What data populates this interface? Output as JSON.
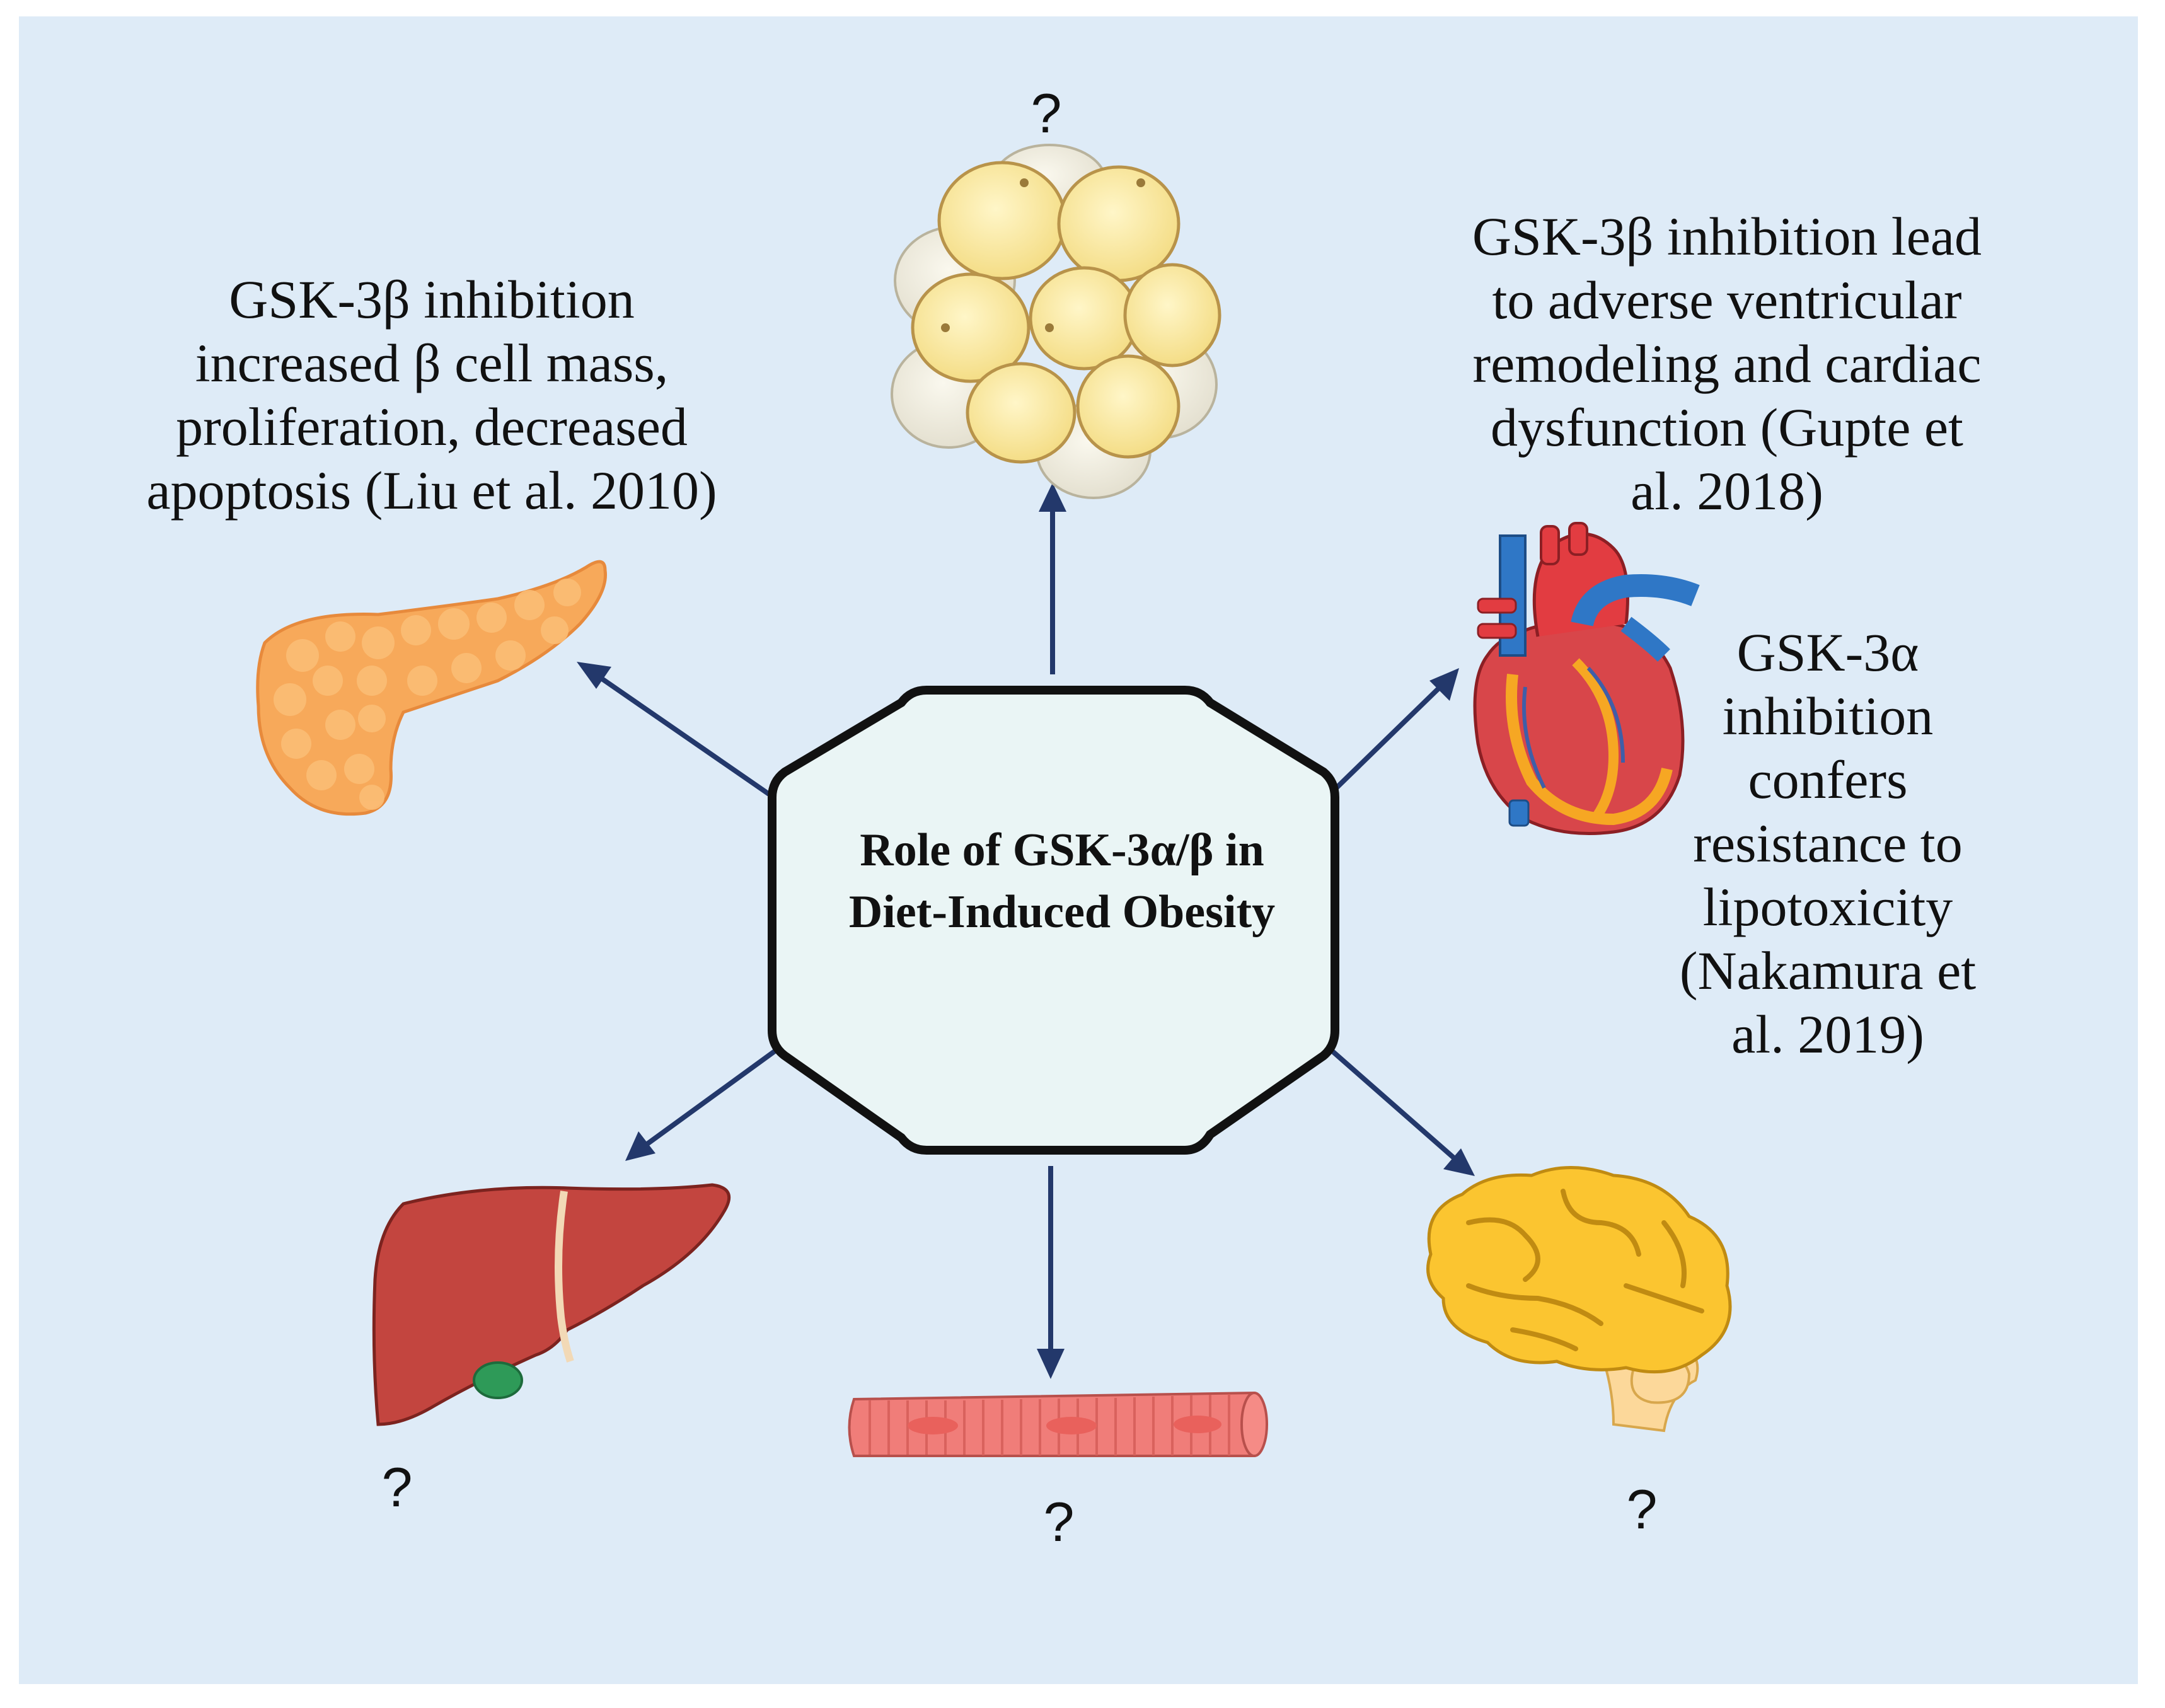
{
  "center": {
    "title": "Role of GSK-3α/β in\nDiet-Induced Obesity"
  },
  "nodes": [
    {
      "id": "adipose",
      "label": "?"
    },
    {
      "id": "pancreas",
      "label": "GSK-3β inhibition\nincreased β cell mass,\nproliferation, decreased\napoptosis (Liu et al. 2010)"
    },
    {
      "id": "heart-beta",
      "label": "GSK-3β inhibition lead\nto adverse ventricular\nremodeling and cardiac\ndysfunction (Gupte et\nal. 2018)"
    },
    {
      "id": "heart-alpha",
      "label": "GSK-3α\ninhibition\nconfers\nresistance to\nlipotoxicity\n(Nakamura et\nal. 2019)"
    },
    {
      "id": "liver",
      "label": "?"
    },
    {
      "id": "muscle",
      "label": "?"
    },
    {
      "id": "brain",
      "label": "?"
    }
  ],
  "colors": {
    "background": "#deebf7",
    "hexagon_fill": "#eaf5f5",
    "hexagon_stroke": "#111111",
    "arrow": "#23386b"
  },
  "icons": [
    "adipose-tissue-icon",
    "pancreas-icon",
    "heart-icon",
    "liver-icon",
    "muscle-fiber-icon",
    "brain-icon"
  ]
}
